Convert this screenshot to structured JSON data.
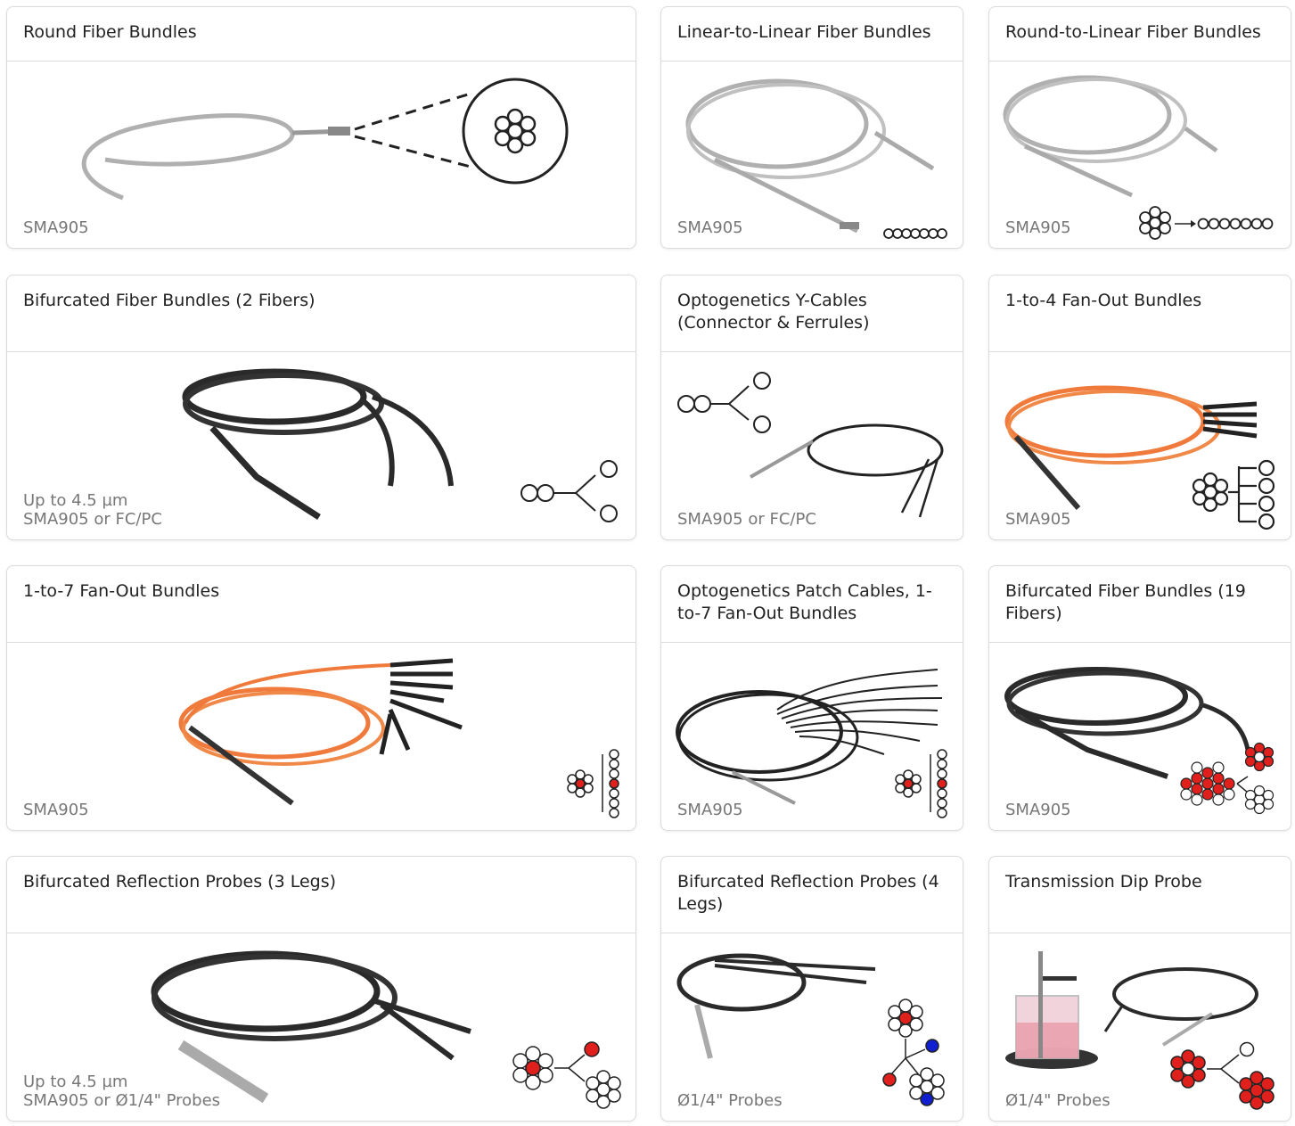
{
  "cards": [
    {
      "title": "Round Fiber Bundles",
      "spec": [
        "SMA905"
      ]
    },
    {
      "title": "Linear-to-Linear Fiber Bundles",
      "spec": [
        "SMA905"
      ]
    },
    {
      "title": "Round-to-Linear Fiber Bundles",
      "spec": [
        "SMA905"
      ]
    },
    {
      "title": "Bifurcated Fiber Bundles (2 Fibers)",
      "spec": [
        "Up to 4.5 µm",
        "SMA905 or FC/PC"
      ]
    },
    {
      "title": "Optogenetics Y-Cables (Connector & Ferrules)",
      "spec": [
        "SMA905 or FC/PC"
      ]
    },
    {
      "title": "1-to-4 Fan-Out Bundles",
      "spec": [
        "SMA905"
      ]
    },
    {
      "title": "1-to-7 Fan-Out Bundles",
      "spec": [
        "SMA905"
      ]
    },
    {
      "title": "Optogenetics Patch Cables, 1-to-7 Fan-Out Bundles",
      "spec": [
        "SMA905"
      ]
    },
    {
      "title": "Bifurcated Fiber Bundles (19 Fibers)",
      "spec": [
        "SMA905"
      ]
    },
    {
      "title": "Bifurcated Reflection Probes (3 Legs)",
      "spec": [
        "Up to 4.5 µm",
        "SMA905 or Ø1/4\" Probes"
      ]
    },
    {
      "title": "Bifurcated Reflection Probes (4 Legs)",
      "spec": [
        "Ø1/4\" Probes"
      ]
    },
    {
      "title": "Transmission Dip Probe",
      "spec": [
        "Ø1/4\" Probes"
      ]
    }
  ],
  "colors": {
    "cable_steel": "#b8b8b8",
    "cable_black": "#2a2a2a",
    "cable_orange": "#f07a3c",
    "fiber_red": "#e0201c",
    "fiber_blue": "#1020d0"
  }
}
